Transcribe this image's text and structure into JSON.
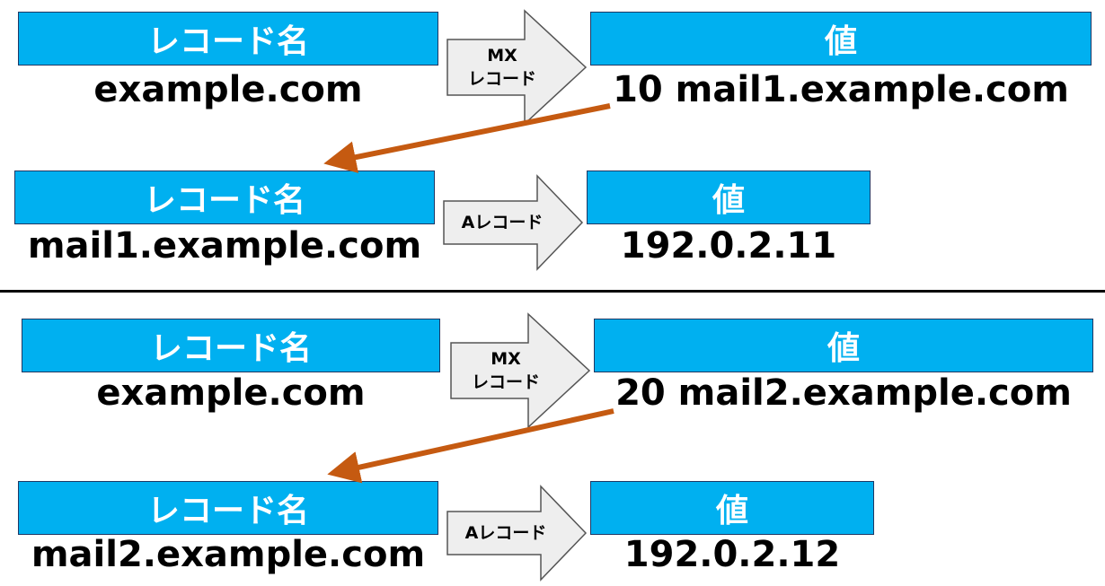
{
  "colors": {
    "header_fill": "#00b0f0",
    "link_arrow": "#c55a11",
    "record_arrow_fill": "#eeeeee"
  },
  "sections": [
    {
      "rows": [
        {
          "name_header": "レコード名",
          "name": "example.com",
          "record_line1": "MX",
          "record_line2": "レコード",
          "value_header": "値",
          "value": "10 mail1.example.com"
        },
        {
          "name_header": "レコード名",
          "name": "mail1.example.com",
          "record_line1": "Aレコード",
          "record_line2": "",
          "value_header": "値",
          "value": "192.0.2.11"
        }
      ]
    },
    {
      "rows": [
        {
          "name_header": "レコード名",
          "name": "example.com",
          "record_line1": "MX",
          "record_line2": "レコード",
          "value_header": "値",
          "value": "20 mail2.example.com"
        },
        {
          "name_header": "レコード名",
          "name": "mail2.example.com",
          "record_line1": "Aレコード",
          "record_line2": "",
          "value_header": "値",
          "value": "192.0.2.12"
        }
      ]
    }
  ]
}
